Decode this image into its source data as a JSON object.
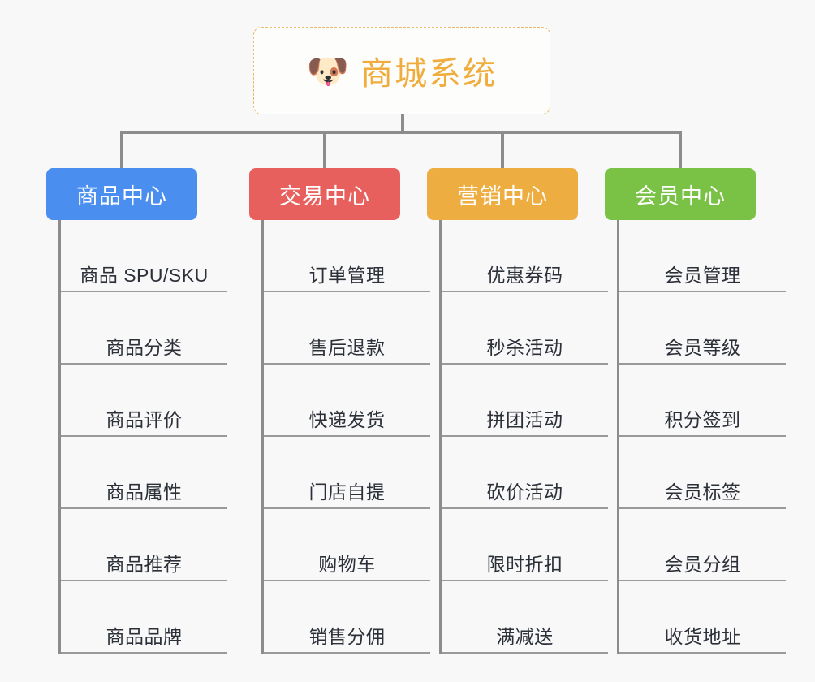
{
  "page": {
    "background": "#f8f8f8",
    "title": "商城系统 功能架构图"
  },
  "root": {
    "icon": "dog-face-emoji",
    "emoji": "🐶",
    "title": "商城系统",
    "color": "#f0ad3e",
    "border_color": "#e6bb6a"
  },
  "categories": [
    {
      "label": "商品中心",
      "color": "#4a8ef0",
      "items": [
        {
          "label": "商品 SPU/SKU"
        },
        {
          "label": "商品分类"
        },
        {
          "label": "商品评价"
        },
        {
          "label": "商品属性"
        },
        {
          "label": "商品推荐"
        },
        {
          "label": "商品品牌"
        }
      ]
    },
    {
      "label": "交易中心",
      "color": "#e8605e",
      "items": [
        {
          "label": "订单管理"
        },
        {
          "label": "售后退款"
        },
        {
          "label": "快递发货"
        },
        {
          "label": "门店自提"
        },
        {
          "label": "购物车"
        },
        {
          "label": "销售分佣"
        }
      ]
    },
    {
      "label": "营销中心",
      "color": "#eead41",
      "items": [
        {
          "label": "优惠券码"
        },
        {
          "label": "秒杀活动"
        },
        {
          "label": "拼团活动"
        },
        {
          "label": "砍价活动"
        },
        {
          "label": "限时折扣"
        },
        {
          "label": "满减送"
        }
      ]
    },
    {
      "label": "会员中心",
      "color": "#79c246",
      "items": [
        {
          "label": "会员管理"
        },
        {
          "label": "会员等级"
        },
        {
          "label": "积分签到"
        },
        {
          "label": "会员标签"
        },
        {
          "label": "会员分组"
        },
        {
          "label": "收货地址"
        }
      ]
    }
  ]
}
